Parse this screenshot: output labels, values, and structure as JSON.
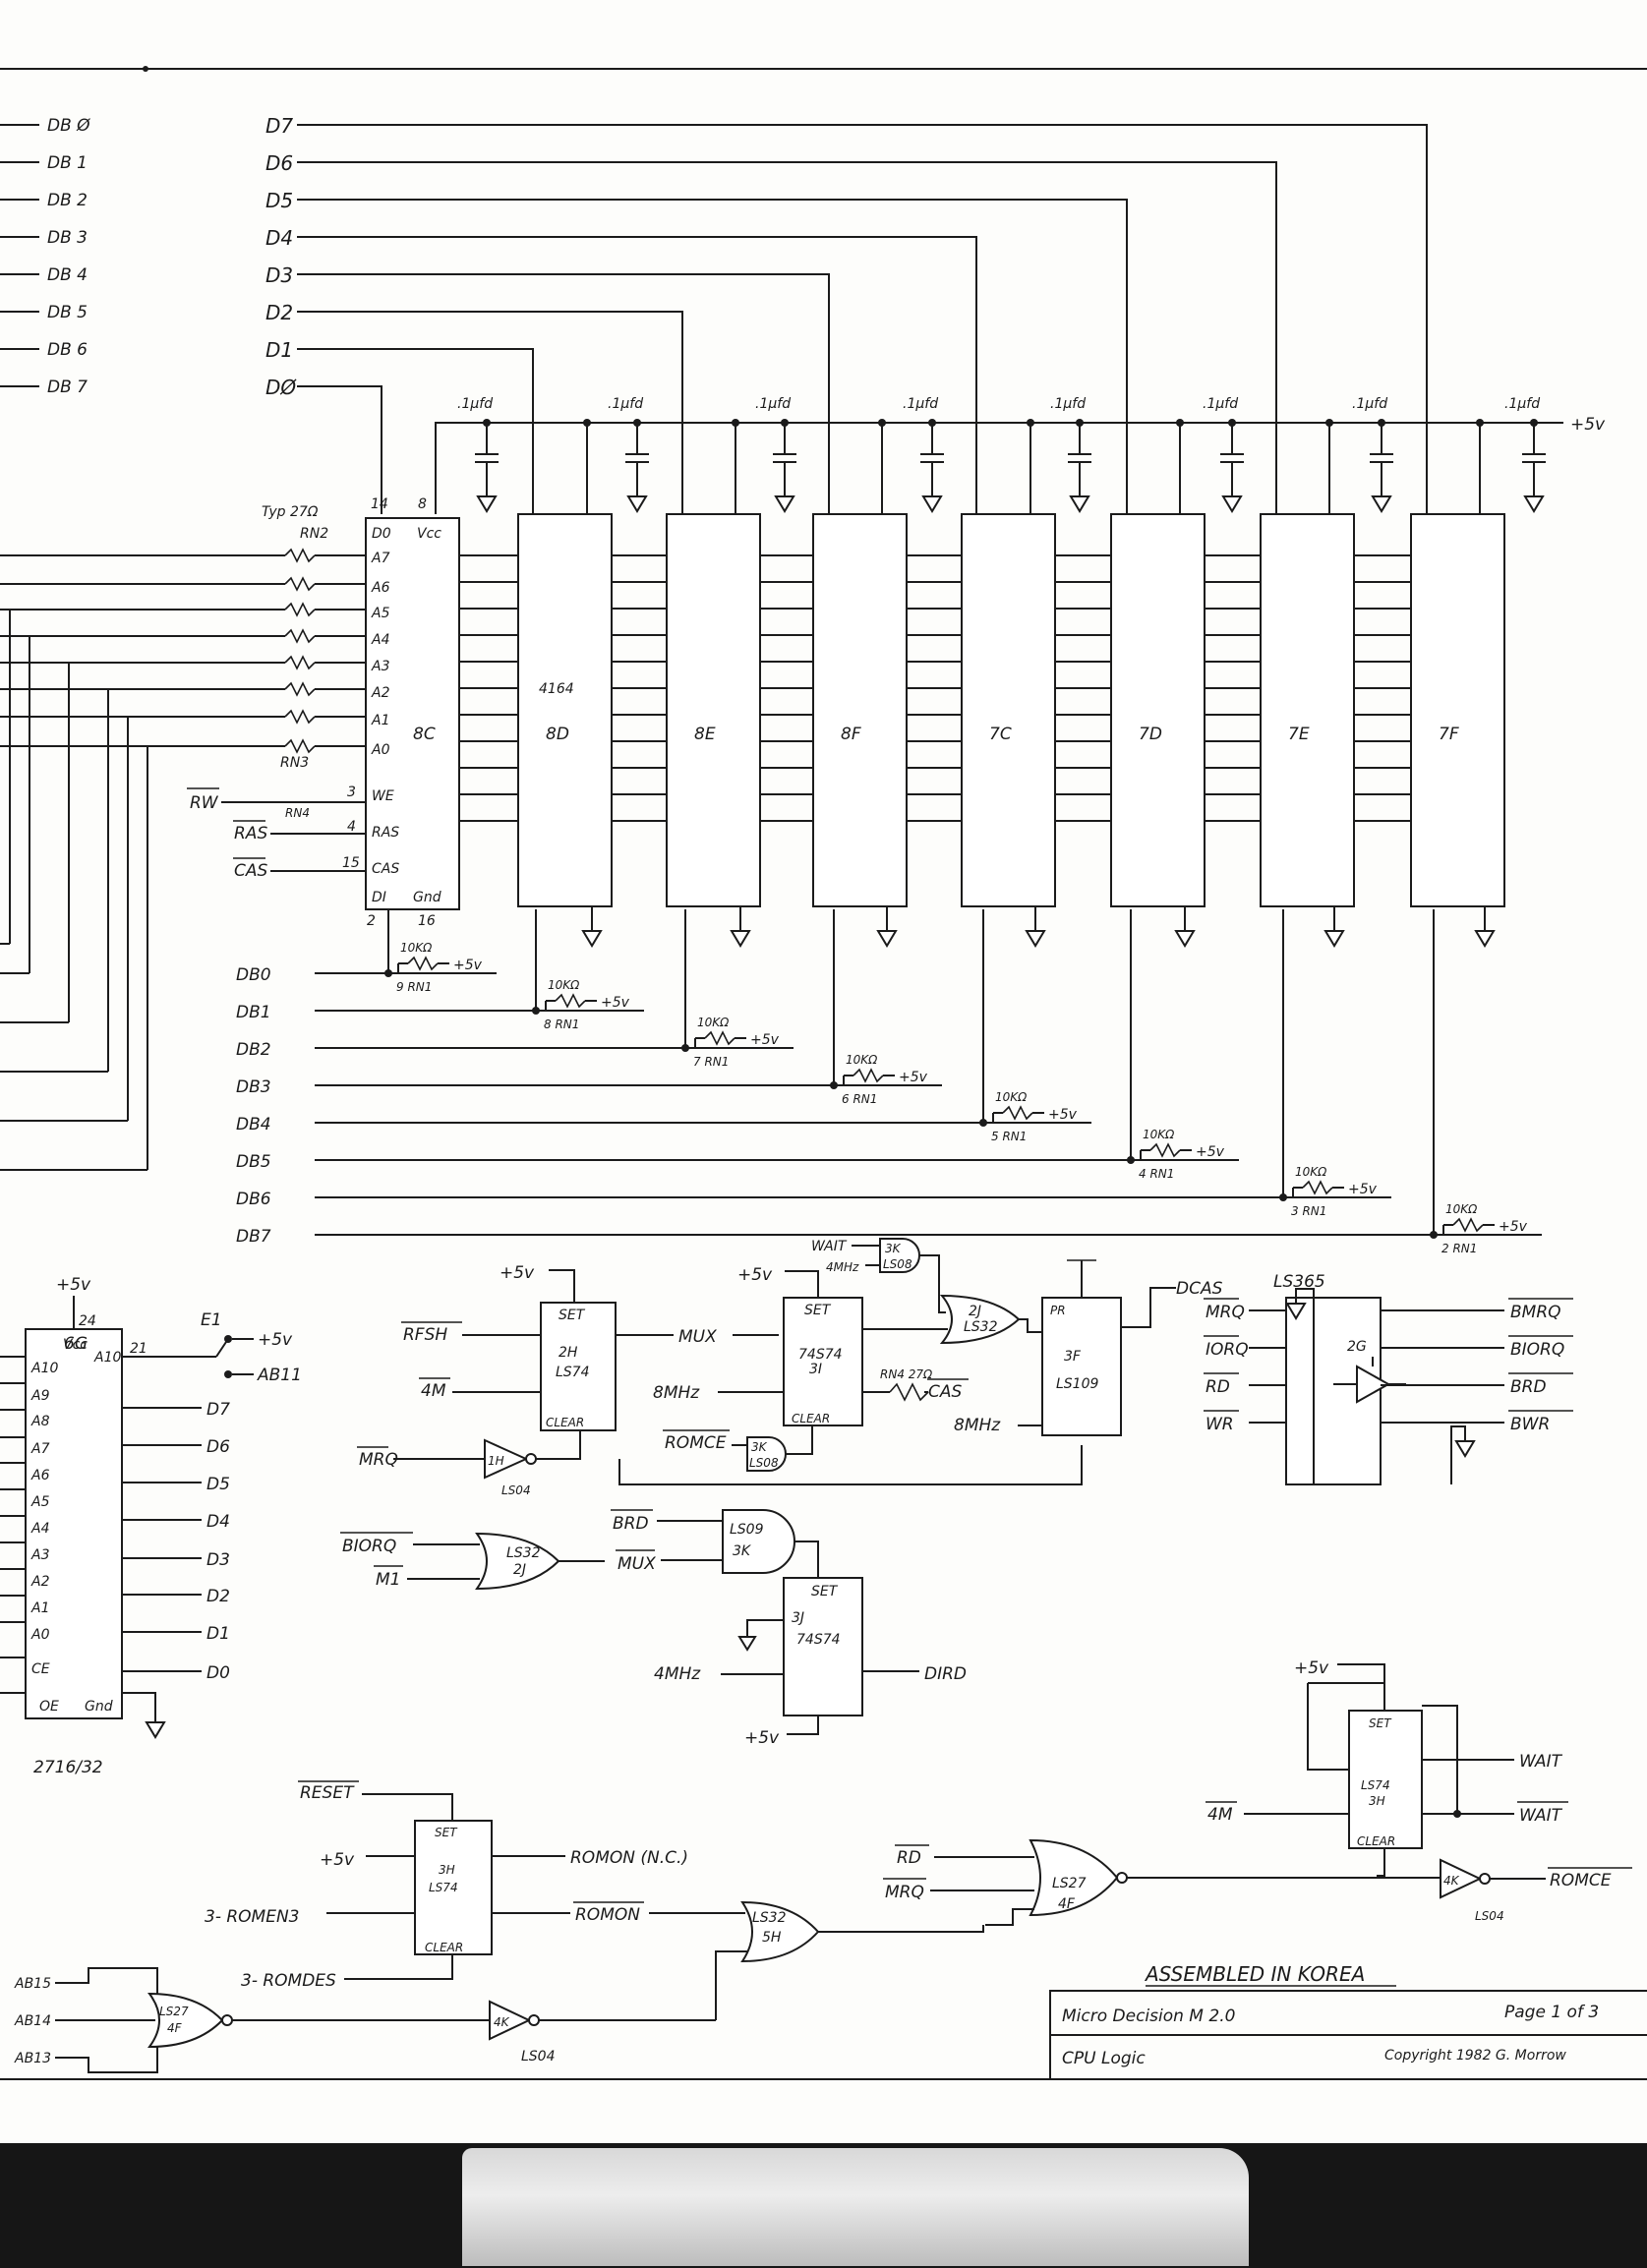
{
  "title_block": {
    "assembled": "ASSEMBLED IN KOREA",
    "board": "Micro Decision   M 2.0",
    "page": "Page 1 of 3",
    "sheet_name": "CPU Logic",
    "copyright": "Copyright 1982 G. Morrow"
  },
  "supply": "+5v",
  "cap_value": ".1µfd",
  "databus_left": [
    "DB Ø",
    "DB 1",
    "DB 2",
    "DB 3",
    "DB 4",
    "DB 5",
    "DB 6",
    "DB 7"
  ],
  "data_lines": [
    "D7",
    "D6",
    "D5",
    "D4",
    "D3",
    "D2",
    "D1",
    "DØ"
  ],
  "ram_chips": [
    "8C",
    "8D",
    "8E",
    "8F",
    "7C",
    "7D",
    "7E",
    "7F"
  ],
  "ram_type": "4164",
  "ram_pins": {
    "addr": [
      "A7",
      "A6",
      "A5",
      "A4",
      "A3",
      "A2",
      "A1",
      "A0"
    ],
    "d0": "D0",
    "vcc": "Vcc",
    "we": "WE",
    "ras": "RAS",
    "cas": "CAS",
    "di": "DI",
    "gnd": "Gnd",
    "pin14": "14",
    "pin8": "8",
    "pin3": "3",
    "pin4": "4",
    "pin15": "15",
    "pin2": "2",
    "pin16": "16"
  },
  "resistor_labels": {
    "typ": "Typ 27Ω",
    "rn2": "RN2",
    "rn3": "RN3",
    "rn4": "RN4"
  },
  "ram_inputs": [
    "RW",
    "RAS",
    "CAS"
  ],
  "pullups": [
    {
      "db": "DB0",
      "pin": "9 RN1"
    },
    {
      "db": "DB1",
      "pin": "8 RN1"
    },
    {
      "db": "DB2",
      "pin": "7 RN1"
    },
    {
      "db": "DB3",
      "pin": "6 RN1"
    },
    {
      "db": "DB4",
      "pin": "5 RN1"
    },
    {
      "db": "DB5",
      "pin": "4 RN1"
    },
    {
      "db": "DB6",
      "pin": "3 RN1"
    },
    {
      "db": "DB7",
      "pin": "2 RN1"
    }
  ],
  "pullup_value": "10KΩ",
  "rom": {
    "ref": "6G",
    "part": "2716/32",
    "vcc": "Vcc",
    "gnd": "Gnd",
    "ce": "CE",
    "oe": "OE",
    "addr_pins": [
      "A10",
      "A9",
      "A8",
      "A7",
      "A6",
      "A5",
      "A4",
      "A3",
      "A2",
      "A1",
      "A0"
    ],
    "outputs": [
      "D7",
      "D6",
      "D5",
      "D4",
      "D3",
      "D2",
      "D1",
      "D0"
    ],
    "jumper": {
      "e": "E1",
      "a": "AB11"
    },
    "pin24": "24",
    "pin21": "21"
  },
  "logic": {
    "ff_2h": {
      "ref": "2H",
      "part": "LS74",
      "set": "SET",
      "clear": "CLEAR",
      "out": "MUX",
      "d_in": "RFSH",
      "c_in": "4M"
    },
    "inv_1h": {
      "ref": "1H",
      "part": "LS04",
      "in": "MRQ"
    },
    "ff_3i": {
      "ref": "3I",
      "part": "74S74",
      "set": "SET",
      "clear": "CLEAR",
      "d_in": "+5v",
      "c_in": "8MHz",
      "romce": "ROMCE"
    },
    "nand_3k_top": {
      "ref": "3K",
      "part": "LS08",
      "in": "WAIT",
      "in2": "4MHz"
    },
    "nand_3k_bot": {
      "ref": "3K",
      "part": "LS08"
    },
    "or_2j": {
      "ref": "2J",
      "part": "LS32"
    },
    "jk_3f": {
      "ref": "3F",
      "part": "LS109",
      "out": "DCAS",
      "clk": "8MHz",
      "pr": "PR"
    },
    "rn4_out": "CAS",
    "rn4_label": "RN4 27Ω",
    "buf_2g": {
      "ref": "2G",
      "part": "LS365",
      "ins": [
        "MRQ",
        "IORQ",
        "RD",
        "WR"
      ],
      "outs": [
        "BMRQ",
        "BIORQ",
        "BRD",
        "BWR"
      ]
    },
    "or_2j_b": {
      "ref": "2J",
      "part": "LS32",
      "ins": [
        "BIORQ",
        "M1"
      ]
    },
    "and_3k": {
      "ref": "3K",
      "part": "LS09",
      "ins": [
        "BRD",
        "MUX"
      ]
    },
    "ff_3j": {
      "ref": "3J",
      "part": "74S74",
      "c_in": "4MHz",
      "out": "DIRD"
    },
    "ff_3h_top": {
      "ref": "3H",
      "part": "LS74",
      "outs": [
        "WAIT",
        "WAIT"
      ],
      "c_in": "4M"
    },
    "ff_3h_bot": {
      "ref": "3H",
      "part": "LS74",
      "reset": "RESET",
      "outs": [
        "ROMON (N.C.)",
        "ROMON"
      ],
      "c_in": "3- ROMEN3",
      "d_in": "+5v",
      "clear_in": "3- ROMDES"
    },
    "or_5h": {
      "ref": "5H",
      "part": "LS32"
    },
    "nor_4f_top": {
      "ref": "4F",
      "part": "LS27",
      "ins": [
        "RD",
        "MRQ"
      ]
    },
    "inv_4k_top": {
      "ref": "4K",
      "part": "LS04",
      "out": "ROMCE"
    },
    "nor_4f_bot": {
      "ref": "4F",
      "part": "LS27",
      "ins": [
        "AB15",
        "AB14",
        "AB13"
      ]
    },
    "inv_4k_bot": {
      "ref": "4K",
      "part": "LS04"
    }
  }
}
